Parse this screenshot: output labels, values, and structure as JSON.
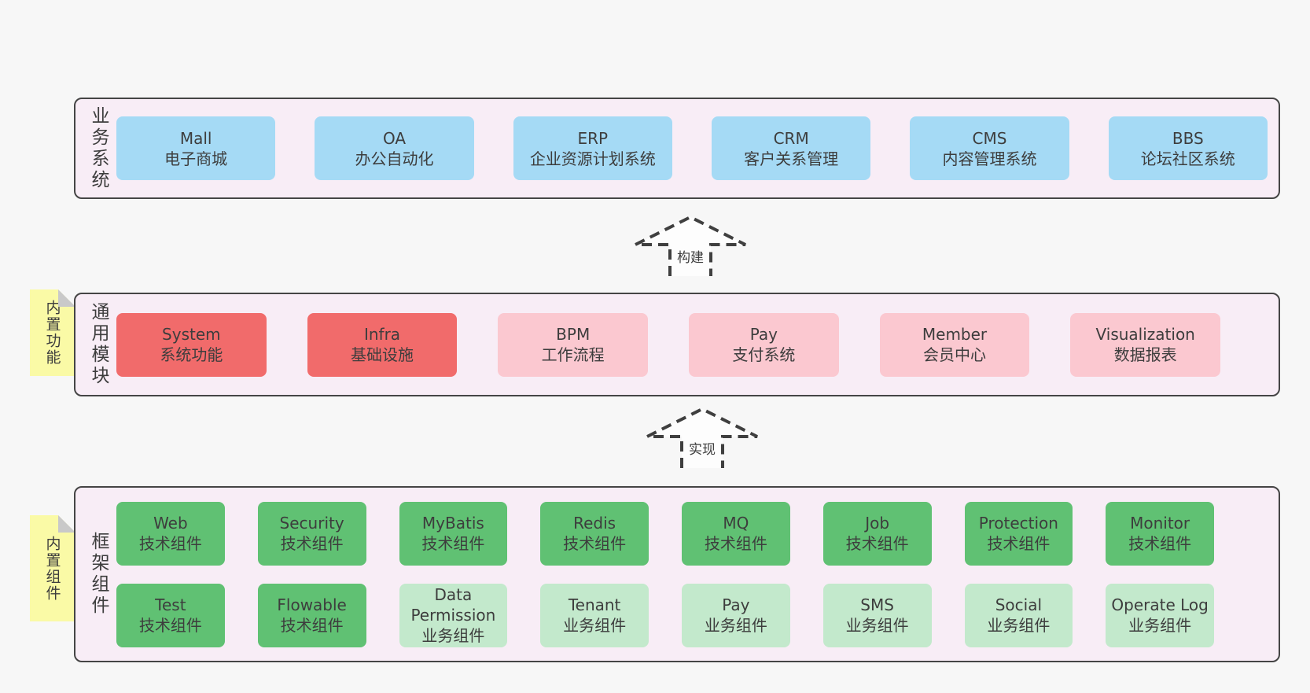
{
  "layers": [
    {
      "label": "业务系统",
      "items": [
        {
          "name": "Mall",
          "desc": "电子商城",
          "variant": "blue"
        },
        {
          "name": "OA",
          "desc": "办公自动化",
          "variant": "blue"
        },
        {
          "name": "ERP",
          "desc": "企业资源计划系统",
          "variant": "blue"
        },
        {
          "name": "CRM",
          "desc": "客户关系管理",
          "variant": "blue"
        },
        {
          "name": "CMS",
          "desc": "内容管理系统",
          "variant": "blue"
        },
        {
          "name": "BBS",
          "desc": "论坛社区系统",
          "variant": "blue"
        }
      ]
    },
    {
      "label": "通用模块",
      "note": "内置功能",
      "items": [
        {
          "name": "System",
          "desc": "系统功能",
          "variant": "red"
        },
        {
          "name": "Infra",
          "desc": "基础设施",
          "variant": "red"
        },
        {
          "name": "BPM",
          "desc": "工作流程",
          "variant": "pink"
        },
        {
          "name": "Pay",
          "desc": "支付系统",
          "variant": "pink"
        },
        {
          "name": "Member",
          "desc": "会员中心",
          "variant": "pink"
        },
        {
          "name": "Visualization",
          "desc": "数据报表",
          "variant": "pink"
        }
      ]
    },
    {
      "label": "框架组件",
      "note": "内置组件",
      "rows": [
        [
          {
            "name": "Web",
            "desc": "技术组件",
            "variant": "green"
          },
          {
            "name": "Security",
            "desc": "技术组件",
            "variant": "green"
          },
          {
            "name": "MyBatis",
            "desc": "技术组件",
            "variant": "green"
          },
          {
            "name": "Redis",
            "desc": "技术组件",
            "variant": "green"
          },
          {
            "name": "MQ",
            "desc": "技术组件",
            "variant": "green"
          },
          {
            "name": "Job",
            "desc": "技术组件",
            "variant": "green"
          },
          {
            "name": "Protection",
            "desc": "技术组件",
            "variant": "green"
          },
          {
            "name": "Monitor",
            "desc": "技术组件",
            "variant": "green"
          }
        ],
        [
          {
            "name": "Test",
            "desc": "技术组件",
            "variant": "green"
          },
          {
            "name": "Flowable",
            "desc": "技术组件",
            "variant": "green"
          },
          {
            "name": "Data Permission",
            "desc": "业务组件",
            "variant": "lightgreen"
          },
          {
            "name": "Tenant",
            "desc": "业务组件",
            "variant": "lightgreen"
          },
          {
            "name": "Pay",
            "desc": "业务组件",
            "variant": "lightgreen"
          },
          {
            "name": "SMS",
            "desc": "业务组件",
            "variant": "lightgreen"
          },
          {
            "name": "Social",
            "desc": "业务组件",
            "variant": "lightgreen"
          },
          {
            "name": "Operate Log",
            "desc": "业务组件",
            "variant": "lightgreen"
          }
        ]
      ]
    }
  ],
  "arrows": [
    {
      "label": "构建"
    },
    {
      "label": "实现"
    }
  ],
  "colors": {
    "page_bg": "#f7f7f7",
    "layer_bg": "#f8edf6",
    "layer_border": "#454545",
    "text": "#3d3d3d",
    "blue": "#a5daf5",
    "red": "#f16b6b",
    "pink": "#fbc8d0",
    "green": "#60c173",
    "lightgreen": "#c3e9cc",
    "note_yellow": "#fafaa6",
    "note_fold": "#c9c9c9",
    "arrow_stroke": "#3f3f3f",
    "arrow_fill": "#fdfdfd"
  }
}
